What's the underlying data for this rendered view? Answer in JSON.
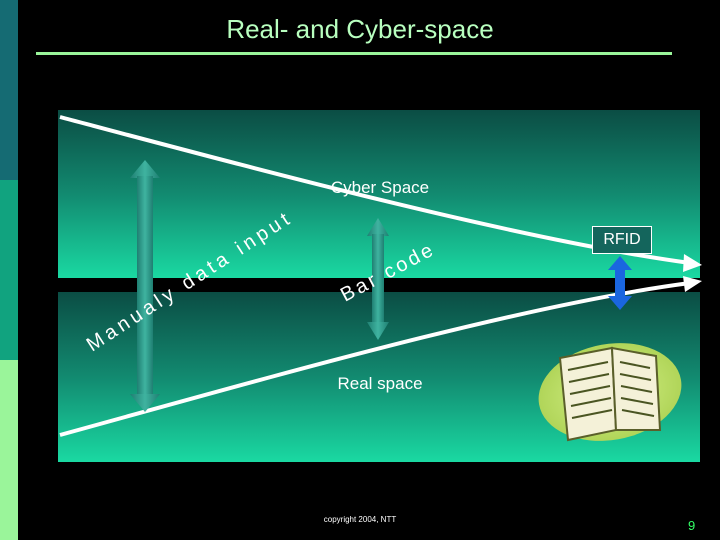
{
  "slide": {
    "title": "Real- and Cyber-space",
    "page_number": "9",
    "copyright": "copyright 2004, NTT"
  },
  "diagram": {
    "cyber_space_label": "Cyber Space",
    "real_space_label": "Real space",
    "rfid_label": "RFID",
    "manual_input_text": "Manualy data input",
    "barcode_text": "Bar code"
  },
  "colors": {
    "title": "#b8ffbf",
    "accent_green": "#9af59a",
    "band_top": "#0b5a4c",
    "band_bottom": "#1ad9a2",
    "arrow_teal": "#2a9a88",
    "arrow_blue": "#1a66e0",
    "page_number": "#33ff66"
  },
  "icons": {
    "book": "book-icon"
  }
}
